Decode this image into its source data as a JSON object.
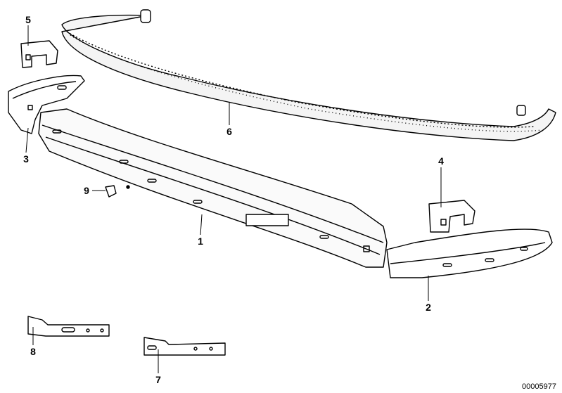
{
  "diagram": {
    "reference_number": "00005977",
    "callouts": [
      {
        "id": "5",
        "part": "bracket-top-left"
      },
      {
        "id": "6",
        "part": "rubber-strip"
      },
      {
        "id": "3",
        "part": "bumper-corner-left"
      },
      {
        "id": "4",
        "part": "bracket-right"
      },
      {
        "id": "9",
        "part": "clip"
      },
      {
        "id": "1",
        "part": "bumper-main"
      },
      {
        "id": "2",
        "part": "bumper-corner-right"
      },
      {
        "id": "8",
        "part": "mounting-bracket-left"
      },
      {
        "id": "7",
        "part": "mounting-bracket-right"
      }
    ]
  }
}
